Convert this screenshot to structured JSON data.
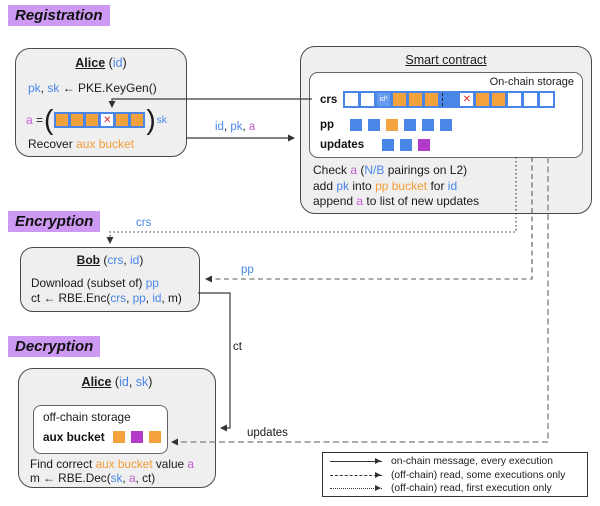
{
  "palette": {
    "highlight": "#cd99f2",
    "blue": "#4a86e8",
    "orange": "#f4a23e",
    "magenta": "#c45bd3",
    "purple": "#b43bc9",
    "red": "#d92b2b"
  },
  "glyphs": {
    "x": "✕",
    "idstar": "id*"
  },
  "sections": {
    "registration": "Registration",
    "encryption": "Encryption",
    "decryption": "Decryption"
  },
  "registration": {
    "alice": {
      "title": [
        {
          "t": "Alice",
          "c": "bu"
        },
        {
          "t": " ("
        },
        {
          "t": "id",
          "c": "b"
        },
        {
          "t": ")"
        }
      ],
      "keygen": [
        {
          "t": "pk",
          "c": "b"
        },
        {
          "t": ", "
        },
        {
          "t": "sk",
          "c": "b"
        },
        {
          "t": " ← PKE.KeyGen()"
        }
      ],
      "a_eq": [
        {
          "t": "a",
          "c": "m"
        },
        {
          "t": " = "
        }
      ],
      "paren_open": "(",
      "paren_close": ")",
      "sk_sup": "sk",
      "bucket": [
        "orange",
        "orange",
        "orange",
        "x",
        "orange",
        "orange"
      ],
      "recover": [
        {
          "t": "Recover "
        },
        {
          "t": "aux bucket",
          "c": "o"
        }
      ]
    },
    "msg_label": [
      {
        "t": "id",
        "c": "b"
      },
      {
        "t": ", "
      },
      {
        "t": "pk",
        "c": "b"
      },
      {
        "t": ", "
      },
      {
        "t": "a",
        "c": "m"
      }
    ],
    "contract": {
      "title": [
        {
          "t": "Smart contract",
          "c": "u"
        }
      ],
      "storage_label": "On-chain storage",
      "crs_label": "crs",
      "crs_cells": [
        "white",
        "white",
        "idstar",
        "orange",
        "orange",
        "orange",
        "divider",
        "x",
        "orange",
        "orange",
        "white",
        "white",
        "white"
      ],
      "pp_label": "pp",
      "pp_cells": [
        "blue",
        "blue",
        "orange",
        "blue",
        "blue",
        "blue"
      ],
      "updates_label": "updates",
      "updates_cells": [
        "blue",
        "blue",
        "purple"
      ],
      "notes": [
        [
          {
            "t": "Check "
          },
          {
            "t": "a",
            "c": "m"
          },
          {
            "t": " ("
          },
          {
            "t": "N/B",
            "c": "b"
          },
          {
            "t": " pairings on L2)"
          }
        ],
        [
          {
            "t": "add "
          },
          {
            "t": "pk",
            "c": "b"
          },
          {
            "t": " into "
          },
          {
            "t": "pp bucket",
            "c": "o"
          },
          {
            "t": " for "
          },
          {
            "t": "id",
            "c": "b"
          }
        ],
        [
          {
            "t": "append "
          },
          {
            "t": "a",
            "c": "m"
          },
          {
            "t": " to list of new updates"
          }
        ]
      ]
    }
  },
  "encryption": {
    "crs_label": "crs",
    "pp_label": "pp",
    "bob": {
      "title": [
        {
          "t": "Bob",
          "c": "bu"
        },
        {
          "t": " ("
        },
        {
          "t": "crs",
          "c": "b"
        },
        {
          "t": ", "
        },
        {
          "t": "id",
          "c": "b"
        },
        {
          "t": ")"
        }
      ],
      "download": [
        {
          "t": "Download (subset of) "
        },
        {
          "t": "pp",
          "c": "b"
        }
      ],
      "enc": [
        {
          "t": "ct ← RBE.Enc("
        },
        {
          "t": "crs",
          "c": "b"
        },
        {
          "t": ", "
        },
        {
          "t": "pp",
          "c": "b"
        },
        {
          "t": ", "
        },
        {
          "t": "id",
          "c": "b"
        },
        {
          "t": ", m)"
        }
      ]
    }
  },
  "decryption": {
    "ct_label": "ct",
    "updates_label": "updates",
    "alice": {
      "title": [
        {
          "t": "Alice",
          "c": "bu"
        },
        {
          "t": " ("
        },
        {
          "t": "id",
          "c": "b"
        },
        {
          "t": ", "
        },
        {
          "t": "sk",
          "c": "b"
        },
        {
          "t": ")"
        }
      ],
      "storage_label": "off-chain storage",
      "aux_label": "aux bucket",
      "aux_cells": [
        "orange",
        "purple",
        "orange"
      ],
      "find": [
        {
          "t": "Find correct "
        },
        {
          "t": "aux bucket",
          "c": "o"
        },
        {
          "t": " value "
        },
        {
          "t": "a",
          "c": "m"
        }
      ],
      "dec": [
        {
          "t": "m ← RBE.Dec("
        },
        {
          "t": "sk",
          "c": "b"
        },
        {
          "t": ", "
        },
        {
          "t": "a",
          "c": "m"
        },
        {
          "t": ", ct)"
        }
      ]
    }
  },
  "legend": {
    "items": [
      {
        "style": "solid",
        "label": "on-chain message, every execution"
      },
      {
        "style": "dashed",
        "label": "(off-chain) read, some executions only"
      },
      {
        "style": "dotted",
        "label": "(off-chain) read, first execution only"
      }
    ]
  }
}
